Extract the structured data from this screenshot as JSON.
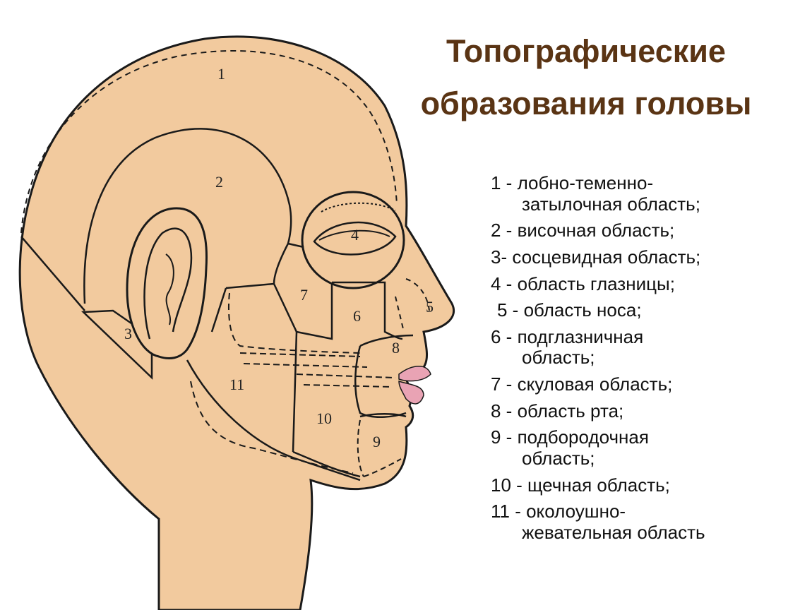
{
  "title": {
    "line1": "Топографические",
    "line2": "образования головы"
  },
  "colors": {
    "skin": "#f2ca9e",
    "outline": "#1a1a1a",
    "title": "#5a3414",
    "lips": "#e9a3b4"
  },
  "legend": [
    {
      "line1": "1 - лобно-теменно-",
      "line2": "затылочная область;"
    },
    {
      "line1": "2 - височная область;"
    },
    {
      "line1": "3- сосцевидная область;"
    },
    {
      "line1": "4 - область глазницы;"
    },
    {
      "line1": "5 - область носа;"
    },
    {
      "line1": "6 - подглазничная",
      "line2": "область;"
    },
    {
      "line1": "7 - скуловая область;"
    },
    {
      "line1": "8 - область рта;"
    },
    {
      "line1": "9 - подбородочная",
      "line2": "область;"
    },
    {
      "line1": "10 - щечная область;"
    },
    {
      "line1": "11 - околоушно-",
      "line2": "жевательная область"
    }
  ],
  "regions": [
    {
      "label": "1"
    },
    {
      "label": "2"
    },
    {
      "label": "3"
    },
    {
      "label": "4"
    },
    {
      "label": "5"
    },
    {
      "label": "6"
    },
    {
      "label": "7"
    },
    {
      "label": "8"
    },
    {
      "label": "9"
    },
    {
      "label": "10"
    },
    {
      "label": "11"
    }
  ]
}
